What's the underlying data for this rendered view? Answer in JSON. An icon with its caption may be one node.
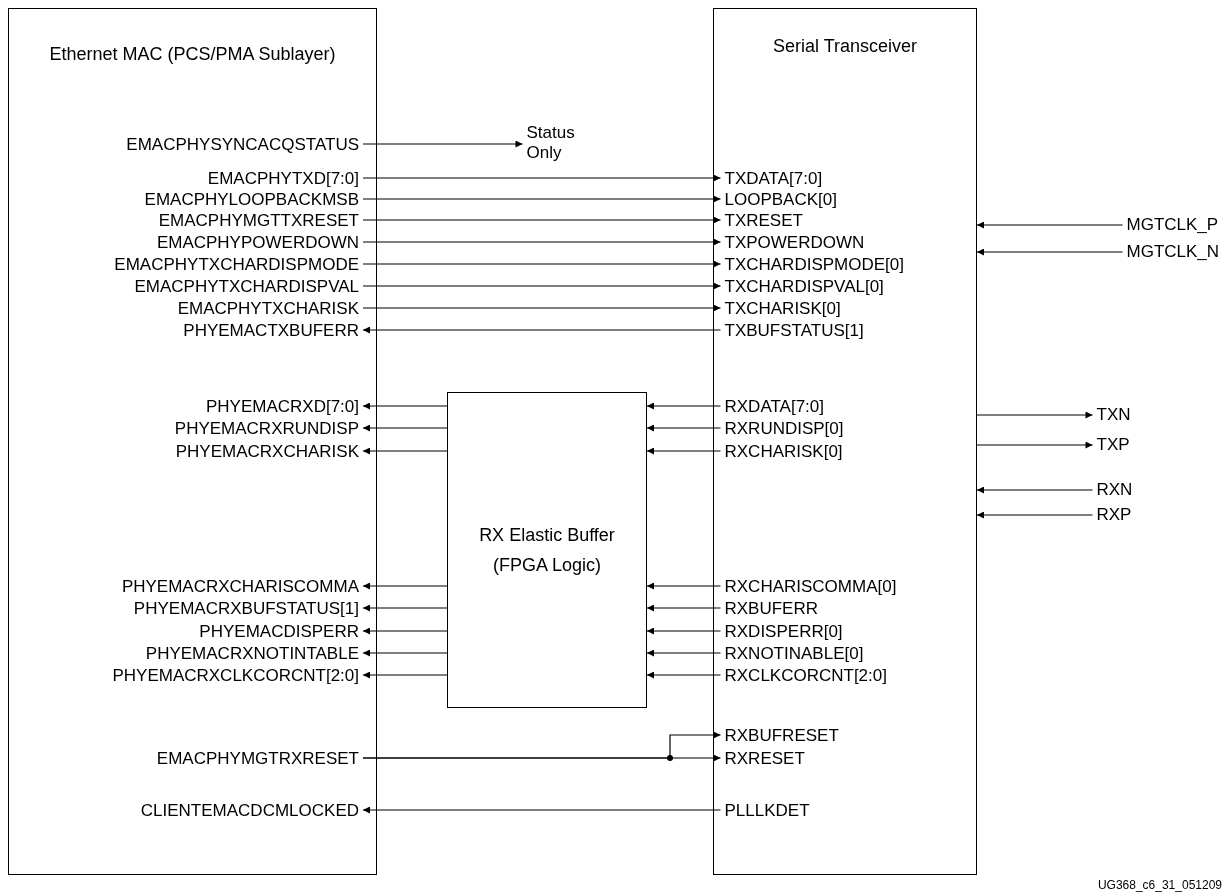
{
  "diagram": {
    "nodes": [
      {
        "text": [
          "Ethernet MAC (PCS/PMA Sublayer)"
        ]
      },
      {
        "text": [
          "Serial Transceiver"
        ]
      },
      {
        "text": [
          "RX Elastic Buffer (FPGA Logic)"
        ]
      },
      {
        "text": [
          "EMACPHYSYNCACQSTATUS"
        ],
        "in": 0
      },
      {
        "text": [
          "EMACPHYTXD[7:0]"
        ],
        "in": 0
      },
      {
        "text": [
          "EMACPHYLOOPBACKMSB"
        ],
        "in": 0
      },
      {
        "text": [
          "EMACPHYMGTTXRESET"
        ],
        "in": 0
      },
      {
        "text": [
          "EMACPHYPOWERDOWN"
        ],
        "in": 0
      },
      {
        "text": [
          "EMACPHYTXCHARDISPMODE"
        ],
        "in": 0
      },
      {
        "text": [
          "EMACPHYTXCHARDISPVAL"
        ],
        "in": 0
      },
      {
        "text": [
          "EMACPHYTXCHARISK"
        ],
        "in": 0
      },
      {
        "text": [
          "PHYEMACTXBUFERR"
        ],
        "in": 0
      },
      {
        "text": [
          "PHYEMACRXD[7:0]"
        ],
        "in": 0
      },
      {
        "text": [
          "PHYEMACRXRUNDISP"
        ],
        "in": 0
      },
      {
        "text": [
          "PHYEMACRXCHARISK"
        ],
        "in": 0
      },
      {
        "text": [
          "PHYEMACRXCHARISCOMMA"
        ],
        "in": 0
      },
      {
        "text": [
          "PHYEMACRXBUFSTATUS[1]"
        ],
        "in": 0
      },
      {
        "text": [
          "PHYEMACDISPERR"
        ],
        "in": 0
      },
      {
        "text": [
          "PHYEMACRXNOTINTABLE"
        ],
        "in": 0
      },
      {
        "text": [
          "PHYEMACRXCLKCORCNT[2:0]"
        ],
        "in": 0
      },
      {
        "text": [
          "EMACPHYMGTRXRESET"
        ],
        "in": 0
      },
      {
        "text": [
          "CLIENTEMACDCMLOCKED"
        ],
        "in": 0
      },
      {
        "text": [
          "Status Only"
        ]
      },
      {
        "text": [
          "TXDATA[7:0]"
        ],
        "in": 1
      },
      {
        "text": [
          "LOOPBACK[0]"
        ],
        "in": 1
      },
      {
        "text": [
          "TXRESET"
        ],
        "in": 1
      },
      {
        "text": [
          "TXPOWERDOWN"
        ],
        "in": 1
      },
      {
        "text": [
          "TXCHARDISPMODE[0]"
        ],
        "in": 1
      },
      {
        "text": [
          "TXCHARDISPVAL[0]"
        ],
        "in": 1
      },
      {
        "text": [
          "TXCHARISK[0]"
        ],
        "in": 1
      },
      {
        "text": [
          "TXBUFSTATUS[1]"
        ],
        "in": 1
      },
      {
        "text": [
          "RXDATA[7:0]"
        ],
        "in": 1
      },
      {
        "text": [
          "RXRUNDISP[0]"
        ],
        "in": 1
      },
      {
        "text": [
          "RXCHARISK[0]"
        ],
        "in": 1
      },
      {
        "text": [
          "RXCHARISCOMMA[0]"
        ],
        "in": 1
      },
      {
        "text": [
          "RXBUFERR"
        ],
        "in": 1
      },
      {
        "text": [
          "RXDISPERR[0]"
        ],
        "in": 1
      },
      {
        "text": [
          "RXNOTINABLE[0]"
        ],
        "in": 1
      },
      {
        "text": [
          "RXCLKCORCNT[2:0]"
        ],
        "in": 1
      },
      {
        "text": [
          "RXBUFRESET"
        ],
        "in": 1
      },
      {
        "text": [
          "RXRESET"
        ],
        "in": 1
      },
      {
        "text": [
          "PLLLKDET"
        ],
        "in": 1
      },
      {
        "text": [
          "MGTCLK_P"
        ]
      },
      {
        "text": [
          "MGTCLK_N"
        ]
      },
      {
        "text": [
          "TXN"
        ]
      },
      {
        "text": [
          "TXP"
        ]
      },
      {
        "text": [
          "RXN"
        ]
      },
      {
        "text": [
          "RXP"
        ]
      }
    ],
    "edges": [
      {
        "from": 3,
        "to": 22,
        "arrow": "to"
      },
      {
        "from": 4,
        "to": 23,
        "arrow": "to"
      },
      {
        "from": 5,
        "to": 24,
        "arrow": "to"
      },
      {
        "from": 6,
        "to": 25,
        "arrow": "to"
      },
      {
        "from": 7,
        "to": 26,
        "arrow": "to"
      },
      {
        "from": 8,
        "to": 27,
        "arrow": "to"
      },
      {
        "from": 9,
        "to": 28,
        "arrow": "to"
      },
      {
        "from": 10,
        "to": 29,
        "arrow": "to"
      },
      {
        "from": 30,
        "to": 11,
        "arrow": "to"
      },
      {
        "from": 31,
        "to": 2,
        "arrow": "to"
      },
      {
        "from": 32,
        "to": 2,
        "arrow": "to"
      },
      {
        "from": 33,
        "to": 2,
        "arrow": "to"
      },
      {
        "from": 34,
        "to": 2,
        "arrow": "to"
      },
      {
        "from": 35,
        "to": 2,
        "arrow": "to"
      },
      {
        "from": 36,
        "to": 2,
        "arrow": "to"
      },
      {
        "from": 37,
        "to": 2,
        "arrow": "to"
      },
      {
        "from": 38,
        "to": 2,
        "arrow": "to"
      },
      {
        "from": 2,
        "to": 12,
        "arrow": "to"
      },
      {
        "from": 2,
        "to": 13,
        "arrow": "to"
      },
      {
        "from": 2,
        "to": 14,
        "arrow": "to"
      },
      {
        "from": 2,
        "to": 15,
        "arrow": "to"
      },
      {
        "from": 2,
        "to": 16,
        "arrow": "to"
      },
      {
        "from": 2,
        "to": 17,
        "arrow": "to"
      },
      {
        "from": 2,
        "to": 18,
        "arrow": "to"
      },
      {
        "from": 2,
        "to": 19,
        "arrow": "to"
      },
      {
        "from": 20,
        "to": 39,
        "arrow": "to"
      },
      {
        "from": 20,
        "to": 40,
        "arrow": "to"
      },
      {
        "from": 41,
        "to": 21,
        "arrow": "to"
      },
      {
        "from": 42,
        "to": 1,
        "arrow": "to"
      },
      {
        "from": 43,
        "to": 1,
        "arrow": "to"
      },
      {
        "from": 1,
        "to": 44,
        "arrow": "to"
      },
      {
        "from": 1,
        "to": 45,
        "arrow": "to"
      },
      {
        "from": 46,
        "to": 1,
        "arrow": "to"
      },
      {
        "from": 47,
        "to": 1,
        "arrow": "to"
      }
    ],
    "labels": [
      "UG368_c6_31_051209"
    ]
  }
}
